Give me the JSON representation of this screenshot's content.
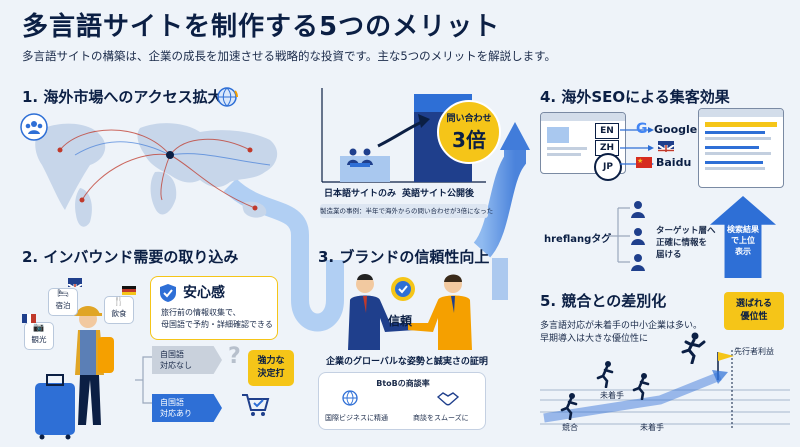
{
  "header": {
    "title": "多言語サイトを制作する5つのメリット",
    "subtitle": "多言語サイトの構築は、企業の成長を加速させる戦略的な投資です。主な5つのメリットを解説します。"
  },
  "section1": {
    "heading": "1. 海外市場へのアクセス拡大"
  },
  "section1_chart": {
    "bar1_label": "日本語サイトのみ",
    "bar2_label": "英語サイト公開後",
    "bubble_line1": "問い合わせ",
    "bubble_line2": "3倍",
    "caption": "製造業の事例：半年で海外からの問い合わせが3倍になった"
  },
  "section2": {
    "heading": "2. インバウンド需要の取り込み",
    "tag_lodging": "宿泊",
    "tag_dining": "飲食",
    "tag_sightseeing": "観光",
    "card_title": "安心感",
    "card_text1": "旅行前の情報収集で、",
    "card_text2": "母国語で予約・詳細確認できる",
    "row1_line1": "自国語",
    "row1_line2": "対応なし",
    "row2_line1": "自国語",
    "row2_line2": "対応あり",
    "decisive_line1": "強力な",
    "decisive_line2": "決定打"
  },
  "section3": {
    "heading": "3. ブランドの信頼性向上",
    "trust_label": "信頼",
    "caption": "企業のグローバルな姿勢と誠実さの証明",
    "btob_title": "BtoBの商談率",
    "item1": "国際ビジネスに精通",
    "item2": "商談をスムーズに"
  },
  "section4": {
    "heading": "4. 海外SEOによる集客効果",
    "lang_en": "EN",
    "lang_zh": "ZH",
    "lang_jp": "JP",
    "engine1": "Google",
    "engine3": "Baidu",
    "hreflang": "hreflangタグ",
    "target_line1": "ターゲット層へ",
    "target_line2": "正確に情報を",
    "target_line3": "届ける",
    "result_line1": "検索結果",
    "result_line2": "で上位",
    "result_line3": "表示"
  },
  "section5": {
    "heading": "5. 競合との差別化",
    "text1": "多言語対応が未着手の中小企業は多い。",
    "text2": "早期導入は大きな優位性に",
    "badge_line1": "選ばれる",
    "badge_line2": "優位性",
    "first_mover": "先行者利益",
    "competitor": "競合",
    "not_started1": "未着手",
    "not_started2": "未着手"
  },
  "colors": {
    "navy": "#0b1f44",
    "blue": "#2e6fd6",
    "yellow": "#f5c518",
    "light_blue": "#a9c8ef"
  }
}
